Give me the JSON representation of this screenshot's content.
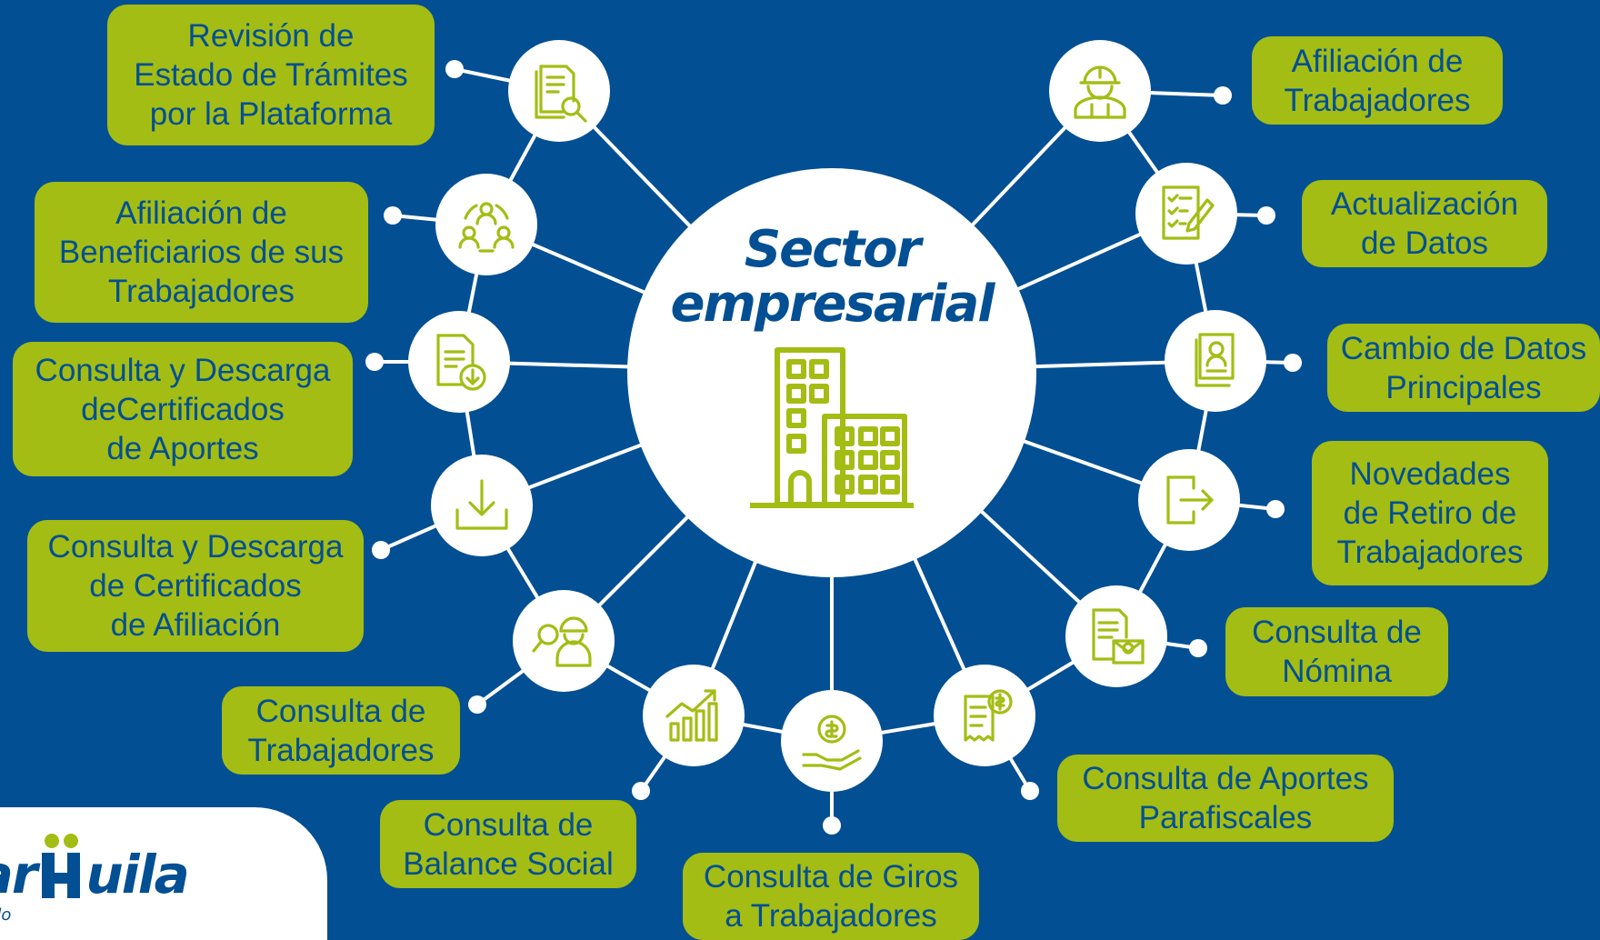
{
  "center": {
    "title_line1": "Sector",
    "title_line2": "empresarial",
    "icon": "office-building-icon"
  },
  "colors": {
    "background": "#034f93",
    "label_fill": "#a3bd14",
    "icon_stroke": "#a3bd14",
    "text": "#034f93",
    "white": "#ffffff"
  },
  "services": [
    {
      "id": "revision-estado-tramites",
      "label": "Revisión de\nEstado de Trámites\npor la Plataforma",
      "icon": "document-search-icon"
    },
    {
      "id": "afiliacion-beneficiarios",
      "label": "Afiliación de\nBeneficiarios de sus\nTrabajadores",
      "icon": "people-group-icon"
    },
    {
      "id": "descarga-certificados-aportes",
      "label": "Consulta y Descarga\ndeCertificados\nde Aportes",
      "icon": "document-download-icon"
    },
    {
      "id": "descarga-certificados-afiliacion",
      "label": "Consulta y Descarga\nde Certificados\nde Afiliación",
      "icon": "download-icon"
    },
    {
      "id": "consulta-trabajadores",
      "label": "Consulta de\nTrabajadores",
      "icon": "worker-search-icon"
    },
    {
      "id": "consulta-balance-social",
      "label": "Consulta de\nBalance Social",
      "icon": "growth-chart-icon"
    },
    {
      "id": "consulta-giros",
      "label": "Consulta de Giros\na Trabajadores",
      "icon": "hand-coin-icon"
    },
    {
      "id": "consulta-aportes-parafiscales",
      "label": "Consulta de Aportes\nParafiscales",
      "icon": "receipt-dollar-icon"
    },
    {
      "id": "consulta-nomina",
      "label": "Consulta de\nNómina",
      "icon": "payroll-envelope-icon"
    },
    {
      "id": "novedades-retiro",
      "label": "Novedades\nde Retiro de\nTrabajadores",
      "icon": "exit-door-icon"
    },
    {
      "id": "cambio-datos-principales",
      "label": "Cambio de Datos\nPrincipales",
      "icon": "id-card-icon"
    },
    {
      "id": "actualizacion-datos",
      "label": "Actualización\nde Datos",
      "icon": "checklist-edit-icon"
    },
    {
      "id": "afiliacion-trabajadores",
      "label": "Afiliación de\nTrabajadores",
      "icon": "worker-helmet-icon"
    }
  ],
  "logo": {
    "text": "liar",
    "text2": "uila",
    "tagline": "so, todo"
  }
}
